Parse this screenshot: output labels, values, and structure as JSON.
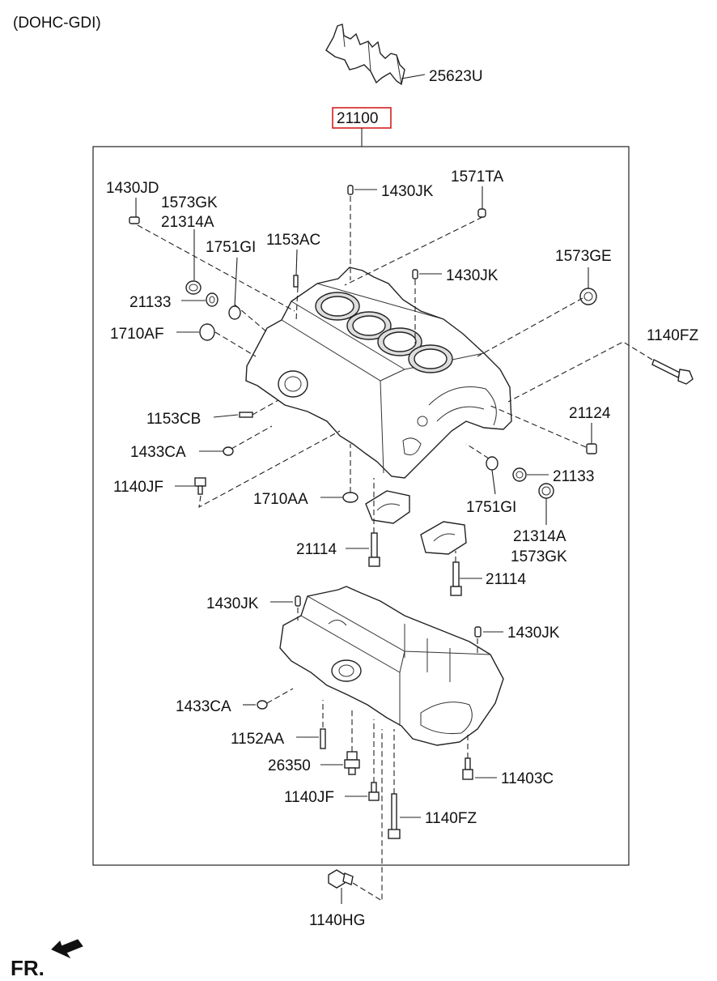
{
  "header": {
    "variant": "(DOHC-GDI)"
  },
  "assembly": {
    "number": "21100",
    "highlight_color": "#d42020"
  },
  "orientation": {
    "label": "FR."
  },
  "callouts": [
    {
      "id": "25623U",
      "text": "25623U"
    },
    {
      "id": "1430JD",
      "text": "1430JD"
    },
    {
      "id": "1573GK_a",
      "text": "1573GK"
    },
    {
      "id": "21314A_a",
      "text": "21314A"
    },
    {
      "id": "1751GI_a",
      "text": "1751GI"
    },
    {
      "id": "1153AC",
      "text": "1153AC"
    },
    {
      "id": "1430JK_a",
      "text": "1430JK"
    },
    {
      "id": "1571TA",
      "text": "1571TA"
    },
    {
      "id": "1430JK_b",
      "text": "1430JK"
    },
    {
      "id": "1573GE",
      "text": "1573GE"
    },
    {
      "id": "21133_a",
      "text": "21133"
    },
    {
      "id": "1710AF",
      "text": "1710AF"
    },
    {
      "id": "1140FZ_a",
      "text": "1140FZ"
    },
    {
      "id": "1153CB",
      "text": "1153CB"
    },
    {
      "id": "21124",
      "text": "21124"
    },
    {
      "id": "1433CA_a",
      "text": "1433CA"
    },
    {
      "id": "21133_b",
      "text": "21133"
    },
    {
      "id": "1140JF_a",
      "text": "1140JF"
    },
    {
      "id": "1710AA",
      "text": "1710AA"
    },
    {
      "id": "1751GI_b",
      "text": "1751GI"
    },
    {
      "id": "21314A_b",
      "text": "21314A"
    },
    {
      "id": "1573GK_b",
      "text": "1573GK"
    },
    {
      "id": "21114_a",
      "text": "21114"
    },
    {
      "id": "21114_b",
      "text": "21114"
    },
    {
      "id": "1430JK_c",
      "text": "1430JK"
    },
    {
      "id": "1430JK_d",
      "text": "1430JK"
    },
    {
      "id": "1433CA_b",
      "text": "1433CA"
    },
    {
      "id": "1152AA",
      "text": "1152AA"
    },
    {
      "id": "26350",
      "text": "26350"
    },
    {
      "id": "11403C",
      "text": "11403C"
    },
    {
      "id": "1140JF_b",
      "text": "1140JF"
    },
    {
      "id": "1140FZ_b",
      "text": "1140FZ"
    },
    {
      "id": "1140HG",
      "text": "1140HG"
    }
  ]
}
